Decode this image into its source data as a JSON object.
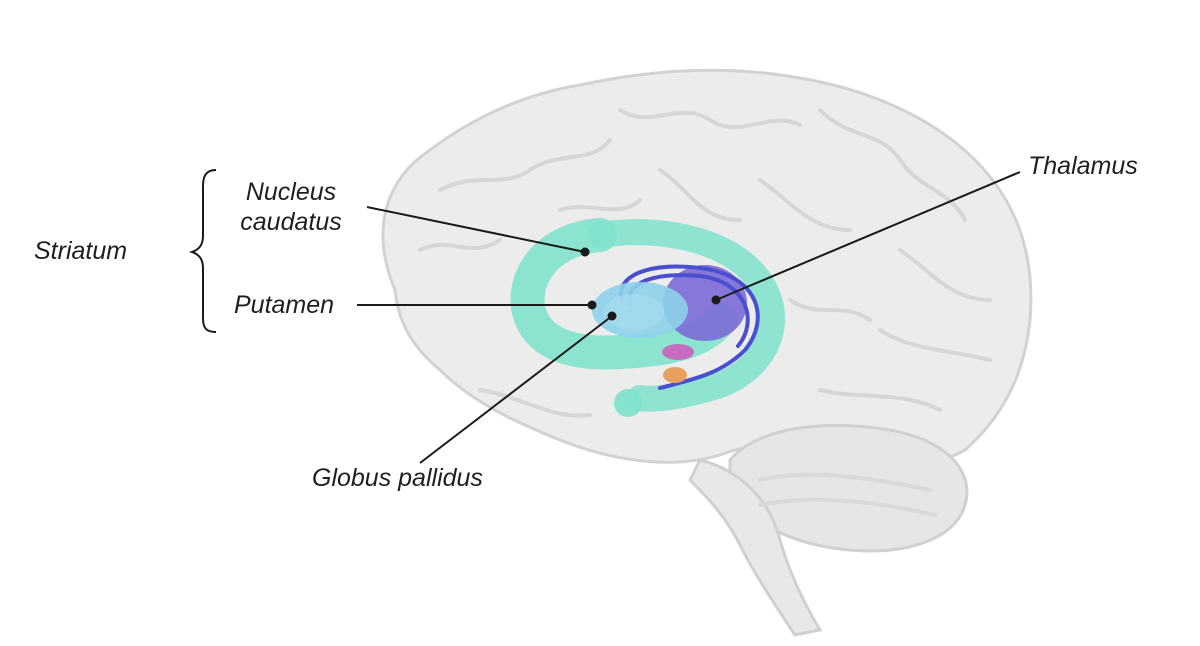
{
  "labels": {
    "striatum": "Striatum",
    "nucleus_caudatus_line1": "Nucleus",
    "nucleus_caudatus_line2": "caudatus",
    "putamen": "Putamen",
    "globus_pallidus": "Globus pallidus",
    "thalamus": "Thalamus"
  },
  "colors": {
    "brain_fill": "#ececec",
    "brain_stroke": "#d2d2d2",
    "caudate": "#7fe3cc",
    "putamen": "#8ed0ea",
    "thalamus": "#7b6ad6",
    "fornix": "#4a4fd0",
    "pink_nucleus": "#c86cc0",
    "orange_nucleus": "#e8a060",
    "leader_line": "#1a1a1a"
  }
}
